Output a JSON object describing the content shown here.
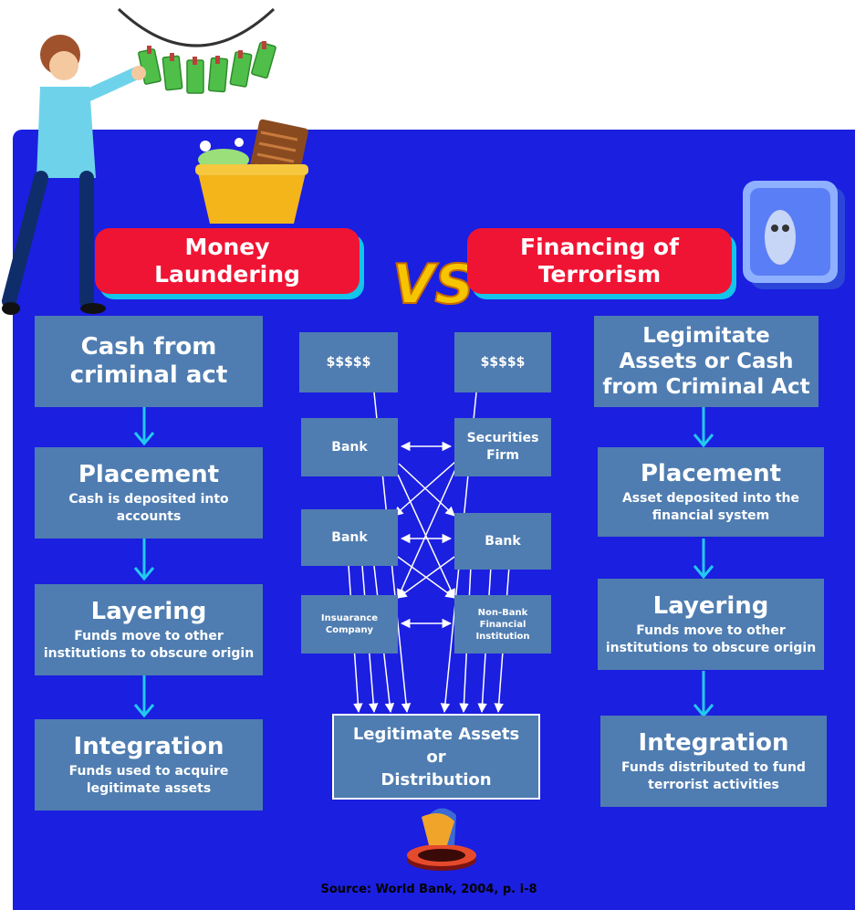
{
  "banners": {
    "left": [
      "Money",
      "Laundering"
    ],
    "vs": "VS",
    "right": [
      "Financing of",
      "Terrorism"
    ]
  },
  "left_column": [
    {
      "title": [
        "Cash from",
        "criminal act"
      ],
      "sub": []
    },
    {
      "title": [
        "Placement"
      ],
      "sub": [
        "Cash is deposited into",
        "accounts"
      ]
    },
    {
      "title": [
        "Layering"
      ],
      "sub": [
        "Funds move to other",
        "institutions to obscure origin"
      ]
    },
    {
      "title": [
        "Integration"
      ],
      "sub": [
        "Funds used to acquire",
        "legitimate assets"
      ]
    }
  ],
  "right_column": [
    {
      "title": [
        "Legimitate",
        "Assets or Cash",
        "from Criminal Act"
      ],
      "sub": []
    },
    {
      "title": [
        "Placement"
      ],
      "sub": [
        "Asset deposited into the",
        "financial system"
      ]
    },
    {
      "title": [
        "Layering"
      ],
      "sub": [
        "Funds move to other",
        "institutions to obscure origin"
      ]
    },
    {
      "title": [
        "Integration"
      ],
      "sub": [
        "Funds distributed to fund",
        "terrorist activities"
      ]
    }
  ],
  "center": {
    "money_left": "$$$$$",
    "money_right": "$$$$$",
    "bank_1": "Bank",
    "securities": [
      "Securities",
      "Firm"
    ],
    "bank_2": "Bank",
    "bank_3": "Bank",
    "insurance": [
      "Insuarance",
      "Company"
    ],
    "nonbank": [
      "Non-Bank",
      "Financial",
      "Institution"
    ],
    "result": [
      "Legitimate Assets",
      "or",
      "Distribution"
    ]
  },
  "source": "Source: World Bank, 2004, p. i-8",
  "colors": {
    "panel": "#1b1fe0",
    "box": "#4f7db1",
    "banner": "#f01434",
    "banner_shadow": "#13c5e8",
    "arrow": "#22c9ef",
    "vs": "#f6c400"
  }
}
